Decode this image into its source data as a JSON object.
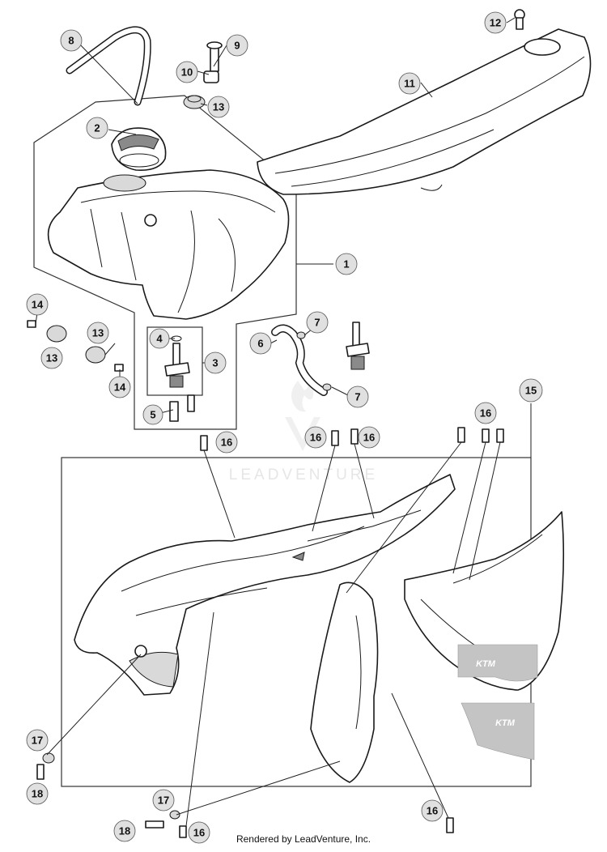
{
  "footer": {
    "credit": "Rendered by LeadVenture, Inc."
  },
  "watermark": {
    "text": "LEADVENTURE",
    "logo_icon": "flame-logo-icon"
  },
  "decals": [
    {
      "id": "decal-top",
      "text": "KTM"
    },
    {
      "id": "decal-bottom",
      "text": "KTM"
    }
  ],
  "callouts": [
    {
      "id": "c8",
      "label": "8"
    },
    {
      "id": "c9",
      "label": "9"
    },
    {
      "id": "c10",
      "label": "10"
    },
    {
      "id": "c13a",
      "label": "13"
    },
    {
      "id": "c12",
      "label": "12"
    },
    {
      "id": "c11",
      "label": "11"
    },
    {
      "id": "c2",
      "label": "2"
    },
    {
      "id": "c1",
      "label": "1"
    },
    {
      "id": "c14a",
      "label": "14"
    },
    {
      "id": "c13b",
      "label": "13"
    },
    {
      "id": "c13c",
      "label": "13"
    },
    {
      "id": "c14b",
      "label": "14"
    },
    {
      "id": "c4",
      "label": "4"
    },
    {
      "id": "c3",
      "label": "3"
    },
    {
      "id": "c5",
      "label": "5"
    },
    {
      "id": "c6",
      "label": "6"
    },
    {
      "id": "c7a",
      "label": "7"
    },
    {
      "id": "c7b",
      "label": "7"
    },
    {
      "id": "c15",
      "label": "15"
    },
    {
      "id": "c16a",
      "label": "16"
    },
    {
      "id": "c16b",
      "label": "16"
    },
    {
      "id": "c16c",
      "label": "16"
    },
    {
      "id": "c16d",
      "label": "16"
    },
    {
      "id": "c16e",
      "label": "16"
    },
    {
      "id": "c16f",
      "label": "16"
    },
    {
      "id": "c17a",
      "label": "17"
    },
    {
      "id": "c18a",
      "label": "18"
    },
    {
      "id": "c17b",
      "label": "17"
    },
    {
      "id": "c18b",
      "label": "18"
    }
  ]
}
